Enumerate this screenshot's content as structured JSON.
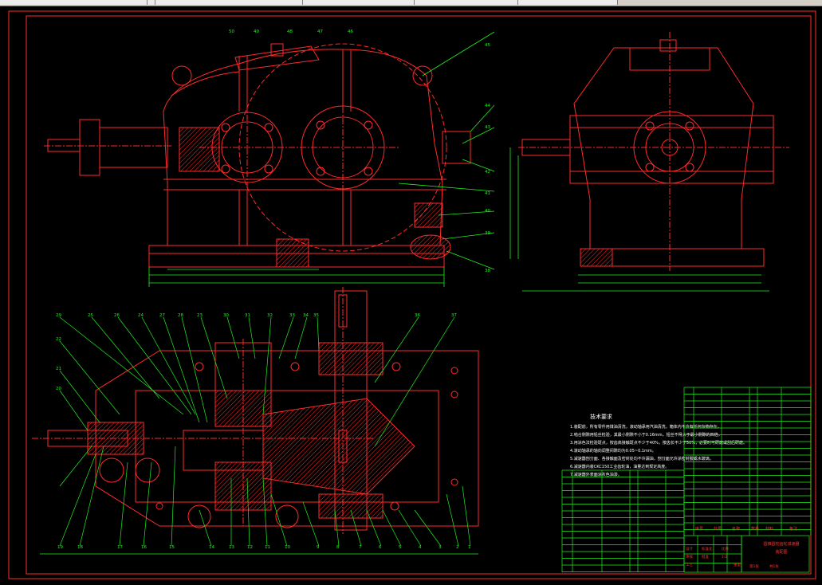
{
  "window": {
    "topbar_segments": 6
  },
  "colors": {
    "background": "#000000",
    "part_outline": "#ff2a2a",
    "hatch": "#ff2a2a",
    "dimension": "#22ee22",
    "leader": "#22ee22",
    "centerline": "#ff2a2a",
    "frame": "#ff2a2a",
    "table_lines": "#22ee22",
    "table_text": "#ff3030",
    "notes_text": "#ffffff",
    "accent_yellow": "#ffff00",
    "accent_magenta": "#ff00ff",
    "accent_cyan": "#00ffff"
  },
  "front_view": {
    "labels": [
      "50",
      "49",
      "48",
      "47",
      "46",
      "45",
      "44",
      "43",
      "42",
      "41",
      "40",
      "39",
      "38"
    ]
  },
  "plan_view": {
    "labels_top": [
      "29",
      "25",
      "26",
      "24",
      "27",
      "28",
      "23",
      "30",
      "31",
      "32",
      "33",
      "34",
      "35",
      "36",
      "37"
    ],
    "labels_left": [
      "22",
      "21",
      "20"
    ],
    "labels_bottom": [
      "19",
      "18",
      "17",
      "16",
      "15",
      "14",
      "13",
      "12",
      "11",
      "10",
      "9",
      "8",
      "7",
      "6",
      "5",
      "4",
      "3",
      "2",
      "1"
    ]
  },
  "notes": {
    "title": "技术要求",
    "lines": [
      "1.装配前，所有零件用煤油清洗，滚动轴承用汽油清洗，箱体内不许有任何杂物存在。",
      "2.啮合侧隙用铅丝检验，其最小侧隙不小于0.16mm，铅丝不得大于最小侧隙的四倍。",
      "3.用涂色法检验斑点，按齿高接触斑点不少于40%，按齿长不少于50%，必要时可研磨或刮后研磨。",
      "4.滚动轴承的轴向调整间隙均为0.05~0.1mm。",
      "5.减速器剖分面、各接触面及密封处均不许漏油，剖分面允许涂密封胶或水玻璃。",
      "6.减速器内装CKC150工业齿轮油，油量达到规定高度。",
      "7.减速器外表面涂灰色油漆。"
    ]
  },
  "title_block": {
    "title_line1": "圆锥圆柱齿轮减速器",
    "title_line2": "装配图",
    "headers": [
      "序号",
      "代号",
      "名称",
      "数量",
      "材料",
      "备注"
    ],
    "sign_cells": [
      "设计",
      "审核",
      "工艺",
      "标准化",
      "批准",
      "比例",
      "1:2",
      "第1张",
      "共1张",
      "重量"
    ]
  }
}
